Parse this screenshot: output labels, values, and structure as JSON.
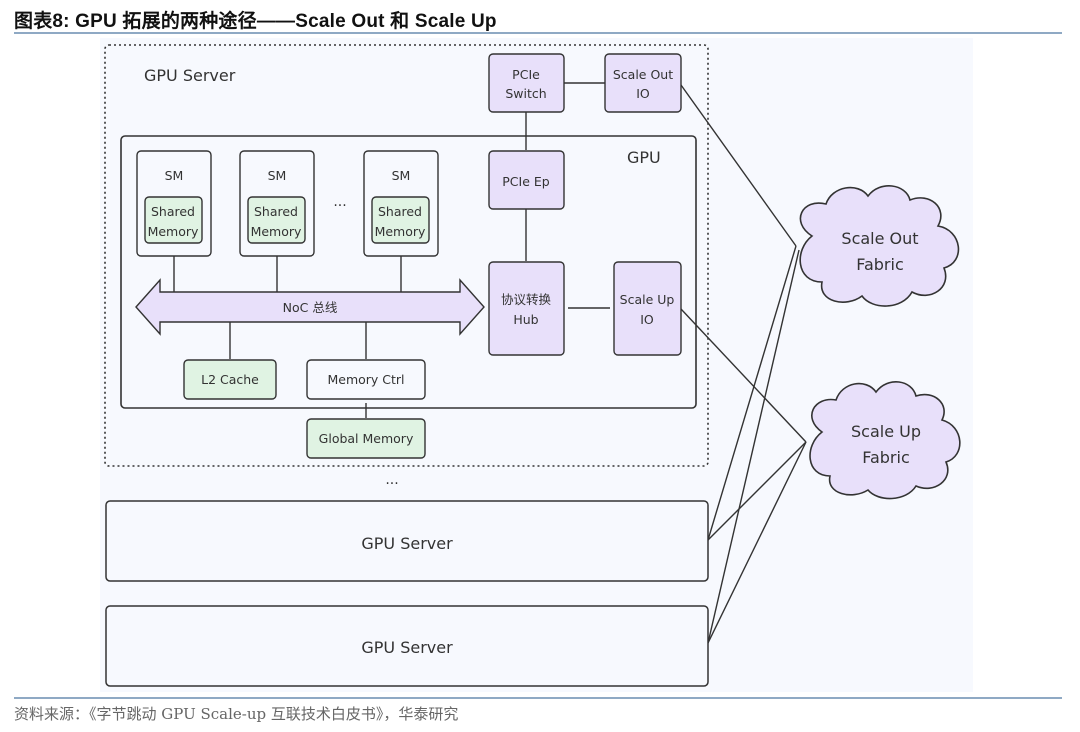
{
  "figure": {
    "title": "图表8:  GPU 拓展的两种途径——Scale Out 和 Scale Up",
    "source": "资料来源：《字节跳动 GPU Scale-up 互联技术白皮书》，华泰研究"
  },
  "diagram": {
    "server_label": "GPU Server",
    "gpu_label": "GPU",
    "pcie_switch": [
      "PCIe",
      "Switch"
    ],
    "scale_out_io": [
      "Scale Out",
      "IO"
    ],
    "pcie_ep": "PCIe Ep",
    "hub": [
      "协议转换",
      "Hub"
    ],
    "scale_up_io": [
      "Scale Up",
      "IO"
    ],
    "sm_label": "SM",
    "shared_memory": [
      "Shared",
      "Memory"
    ],
    "ellipsis": "···",
    "noc_bus": "NoC 总线",
    "l2_cache": "L2 Cache",
    "memory_ctrl": "Memory Ctrl",
    "global_memory": "Global Memory",
    "servers_ellipsis": "···",
    "other_servers": [
      "GPU Server",
      "GPU Server"
    ],
    "scale_out_fabric": [
      "Scale Out",
      "Fabric"
    ],
    "scale_up_fabric": [
      "Scale Up",
      "Fabric"
    ]
  },
  "colors": {
    "purple_fill": "#e8e0fa",
    "green_fill": "#e0f3e3",
    "stroke": "#333333",
    "panel_bg": "#f7f9fe",
    "rule": "#8fa9c4"
  }
}
